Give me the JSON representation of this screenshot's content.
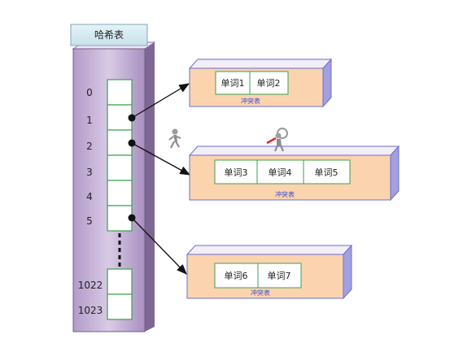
{
  "hash_table": {
    "title": "哈希表",
    "indices": [
      "0",
      "1",
      "2",
      "3",
      "4",
      "5",
      "1022",
      "1023"
    ]
  },
  "conflict_tables": [
    {
      "words": [
        "单词1",
        "单词2"
      ],
      "caption": "冲突表"
    },
    {
      "words": [
        "单词3",
        "单词4",
        "单词5"
      ],
      "caption": "冲突表"
    },
    {
      "words": [
        "单词6",
        "单词7"
      ],
      "caption": "冲突表"
    }
  ],
  "colors": {
    "column": "#c9b6d8",
    "column_edge": "#8d7aa3",
    "header": "#d4e9f1",
    "cell_border": "#3aa24a",
    "table_fill": "#fbd3ae",
    "table_top": "#f3eef8",
    "caption": "#3a4bd0"
  }
}
